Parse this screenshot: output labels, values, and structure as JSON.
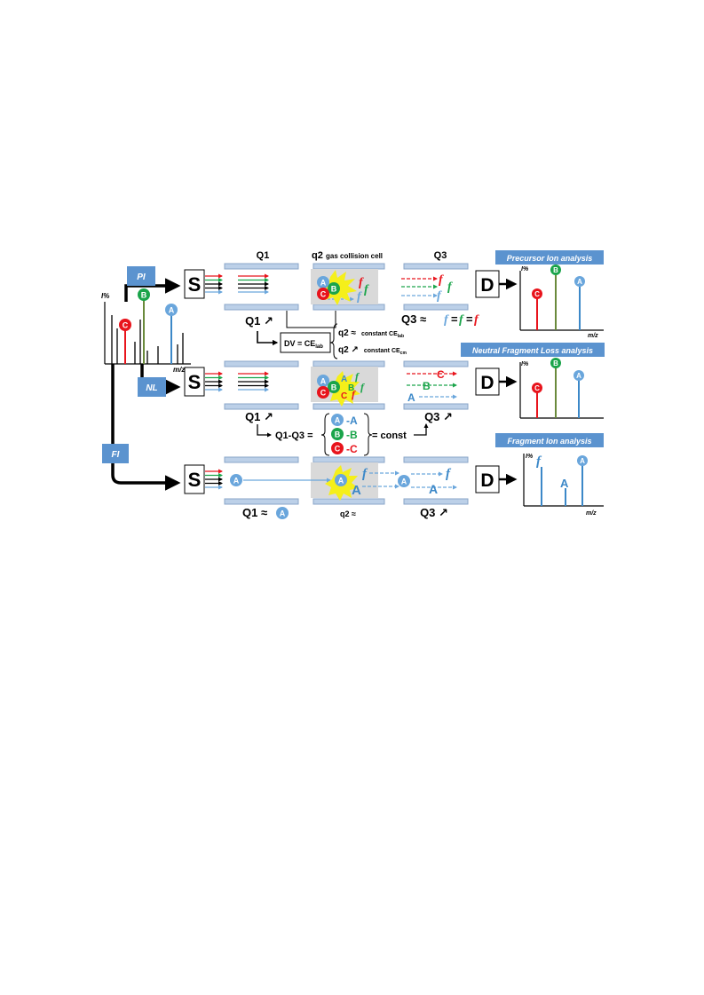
{
  "colors": {
    "red": "#e8141c",
    "green": "#1aa44a",
    "blue": "#3c88c8",
    "lightblue": "#6aa6dc",
    "panel_blue": "#5b93cf",
    "rod_fill": "#bcd0e8",
    "rod_stroke": "#8aa6c8",
    "cell_gray": "#d9d9d9",
    "yellow": "#f5ef1a",
    "olive": "#6a8a3c"
  },
  "icons": {
    "ion_circle": "filled circle with letter",
    "collision_burst": "yellow star burst",
    "scan_arrow": "north-east arrow"
  },
  "labels": {
    "q1_header": "Q1",
    "q2_header_main": "q2",
    "q2_header_sub": "gas collision cell",
    "q3_header": "Q3",
    "source": "S",
    "detector": "D",
    "intensity_axis": "I%",
    "mz_axis": "m/z",
    "mode_pi": "PI",
    "mode_nl": "NL",
    "mode_fi": "FI",
    "ion_a": "A",
    "ion_b": "B",
    "ion_c": "C",
    "frag_f": "f",
    "scan_symbol": "↗",
    "approx_symbol": "≈",
    "eq_symbol": "=",
    "minus": "-",
    "panel_precursor": "Precursor Ion analysis",
    "panel_neutral": "Neutral Fragment Loss analysis",
    "panel_fragment": "Fragment Ion analysis"
  },
  "row1": {
    "q1_scan": "Q1 ↗",
    "dv_main": "DV = CE",
    "dv_sub": "lab",
    "q2_const_lab_a": "q2 ≈",
    "q2_const_lab_b": "constant CE",
    "q2_const_lab_sub": "lab",
    "q2_const_cm_a": "q2 ↗",
    "q2_const_cm_b": "constant CE",
    "q2_const_cm_sub": "cm",
    "q3_prefix": "Q3 ≈ "
  },
  "row2": {
    "q1_scan": "Q1 ↗",
    "q3_scan": "Q3 ↗",
    "q1q3_label": "Q1-Q3 =",
    "const_label": "= const"
  },
  "row3": {
    "q1_approx": "Q1 ≈",
    "q2_approx": "q2 ≈",
    "q3_scan": "Q3 ↗"
  }
}
